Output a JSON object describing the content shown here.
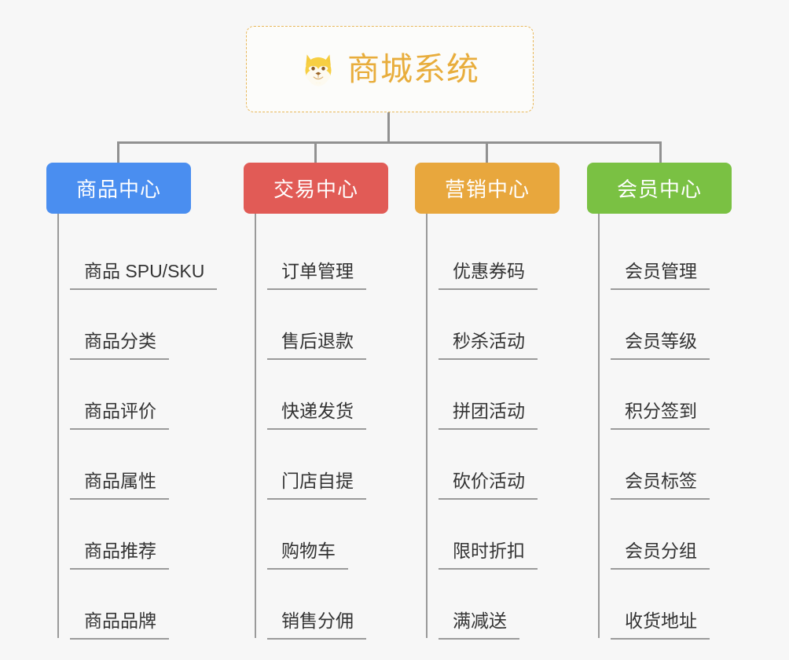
{
  "diagram": {
    "type": "mindmap",
    "background_color": "#f7f7f7",
    "root": {
      "title": "商城系统",
      "icon": "shiba-dog-icon",
      "text_color": "#e8ad3c",
      "border_color": "#e8b75a"
    },
    "connector_color": "#919191",
    "branches": [
      {
        "label": "商品中心",
        "color": "#4a8ef0",
        "items": [
          "商品 SPU/SKU",
          "商品分类",
          "商品评价",
          "商品属性",
          "商品推荐",
          "商品品牌"
        ]
      },
      {
        "label": "交易中心",
        "color": "#e15b56",
        "items": [
          "订单管理",
          "售后退款",
          "快递发货",
          "门店自提",
          "购物车",
          "销售分佣"
        ]
      },
      {
        "label": "营销中心",
        "color": "#e8a73d",
        "items": [
          "优惠券码",
          "秒杀活动",
          "拼团活动",
          "砍价活动",
          "限时折扣",
          "满减送"
        ]
      },
      {
        "label": "会员中心",
        "color": "#7ac143",
        "items": [
          "会员管理",
          "会员等级",
          "积分签到",
          "会员标签",
          "会员分组",
          "收货地址"
        ]
      }
    ]
  }
}
